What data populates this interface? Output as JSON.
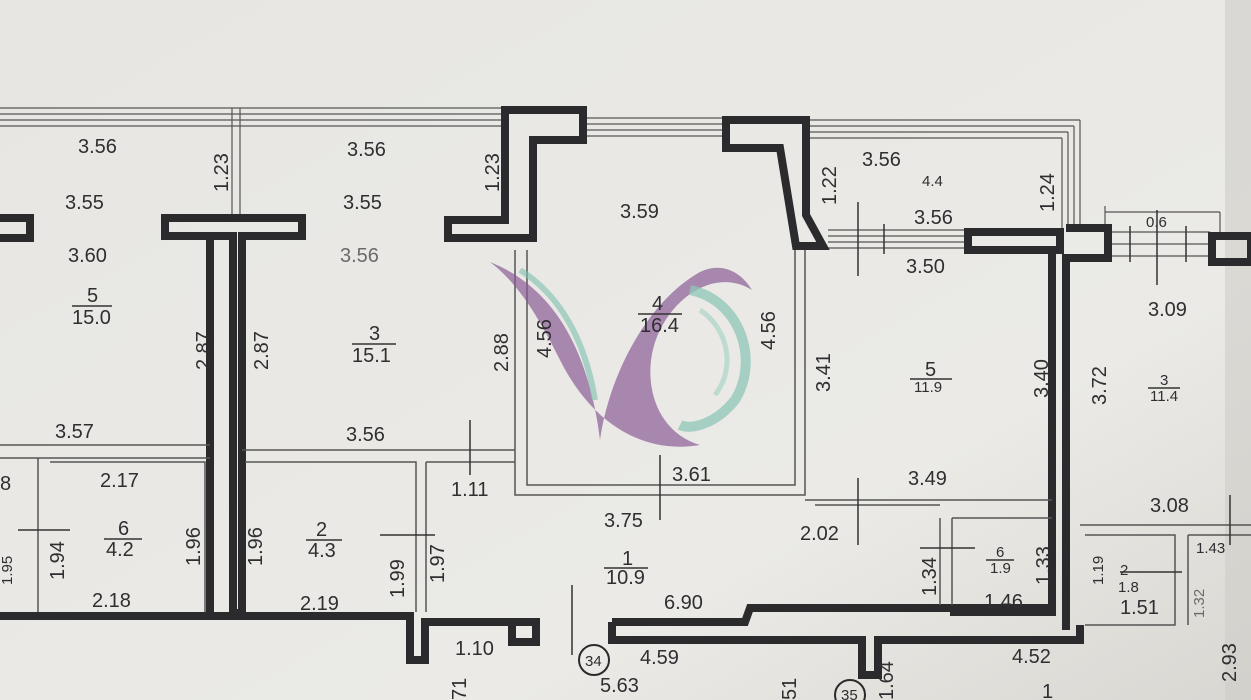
{
  "plan": {
    "labels": {
      "l_356_a": "3.56",
      "l_355_a": "3.55",
      "l_360": "3.60",
      "l_r5_num": "5",
      "l_r5_area": "15.0",
      "l_123_a": "1.23",
      "l_287_a": "2.87",
      "l_287_b": "2.87",
      "l_356_b": "3.56",
      "l_355_b": "3.55",
      "l_356_c": "3.56",
      "l_r3_num": "3",
      "l_r3_area": "15.1",
      "l_123_b": "1.23",
      "l_288": "2.88",
      "l_456_a": "4.56",
      "l_359": "3.59",
      "l_r4_num": "4",
      "l_r4_area": "16.4",
      "l_456_b": "4.56",
      "l_361": "3.61",
      "l_375": "3.75",
      "l_122": "1.22",
      "l_356_d": "3.56",
      "l_44": "4.4",
      "l_124": "1.24",
      "l_356_e": "3.56",
      "l_350": "3.50",
      "l_341": "3.41",
      "l_r5b_num": "5",
      "l_r5b_area": "11.9",
      "l_340": "3.40",
      "l_349": "3.49",
      "l_202": "2.02",
      "l_06": "0.6",
      "l_309": "3.09",
      "l_372": "3.72",
      "l_r3b_num": "3",
      "l_r3b_area": "11.4",
      "l_308": "3.08",
      "l_357": "3.57",
      "l_356_f": "3.56",
      "l_8": "8",
      "l_217": "2.17",
      "l_195": "1.95",
      "l_194": "1.94",
      "l_r6_num": "6",
      "l_r6_area": "4.2",
      "l_196_a": "1.96",
      "l_218": "2.18",
      "l_196_b": "1.96",
      "l_r2_num": "2",
      "l_r2_area": "4.3",
      "l_199": "1.99",
      "l_197": "1.97",
      "l_219": "2.19",
      "l_111": "1.11",
      "l_r1_num": "1",
      "l_r1_area": "10.9",
      "l_690": "6.90",
      "l_134": "1.34",
      "l_r6b_num": "6",
      "l_r6b_area": "1.9",
      "l_133": "1.33",
      "l_146": "1.46",
      "l_119": "1.19",
      "l_r2b_num": "2",
      "l_r2b_area": "1.8",
      "l_151": "1.51",
      "l_132": "1.32",
      "l_143": "1.43",
      "l_293": "2.93",
      "l_110": "1.10",
      "l_34": "34",
      "l_459": "4.59",
      "l_563": "5.63",
      "l_164": "1.64",
      "l_35": "35",
      "l_452": "4.52",
      "l_71": "71",
      "l_51": "51",
      "l_1": "1"
    },
    "colors": {
      "paper": "#e9e8e4",
      "ink": "#2b2a2c",
      "watermark_purple": "#8a5a96",
      "watermark_teal": "#7fc0b0"
    },
    "watermark_icon": "stylized-v-swirl-logo"
  }
}
